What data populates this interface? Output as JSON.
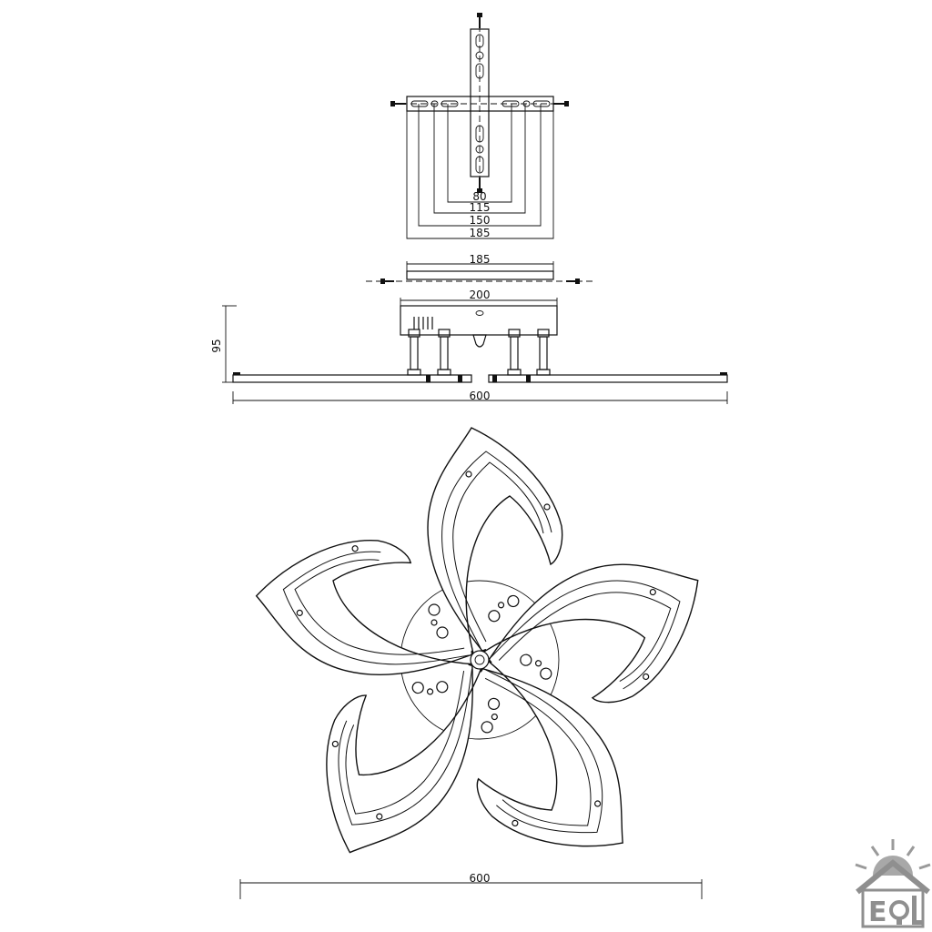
{
  "diagram": {
    "mount_plate_dims": [
      "80",
      "115",
      "150",
      "185"
    ],
    "side_top_dim": "185",
    "side_base_dim": "200",
    "height_dim": "95",
    "side_width_dim": "600",
    "plan_width_dim": "600"
  },
  "icons": {
    "logo": "house-sun-logo-icon",
    "screw": "screw-icon"
  },
  "colors": {
    "line": "#111111",
    "background": "#ffffff"
  }
}
